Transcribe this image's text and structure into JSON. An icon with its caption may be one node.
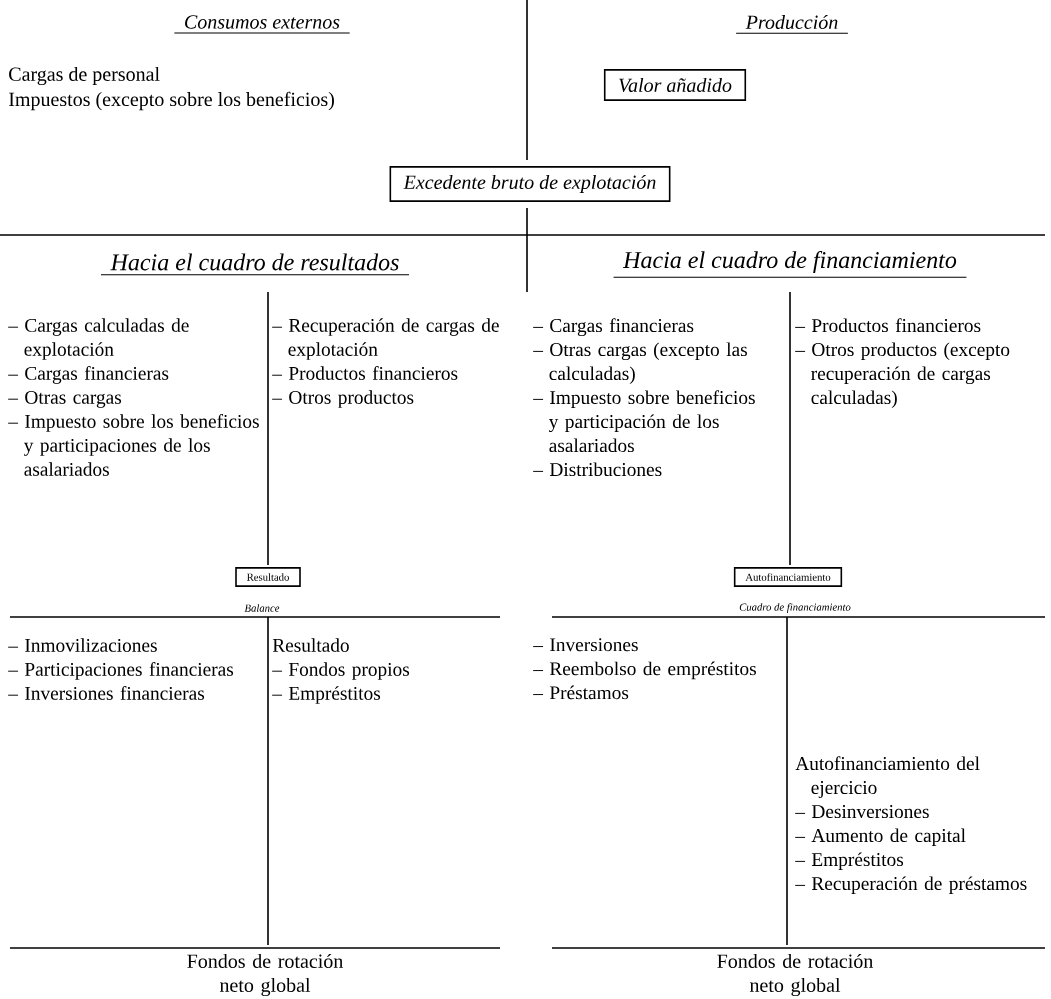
{
  "diagram": {
    "nodes": [
      {
        "text": [
          "Valor añadido"
        ]
      },
      {
        "text": [
          "Excedente bruto de explotación"
        ]
      },
      {
        "text": [
          "Resultado"
        ]
      },
      {
        "text": [
          "Autofinanciamiento"
        ]
      }
    ],
    "labels": [
      "Consumos externos",
      "Producción",
      "Cargas de personal",
      "Impuestos (excepto sobre los beneficios)",
      "Hacia el cuadro de resultados",
      "Hacia el cuadro de financiamiento",
      "– Cargas calculadas de explotación",
      "– Cargas financieras",
      "– Otras cargas",
      "– Impuesto sobre los beneficios y participaciones de los asalariados",
      "– Recuperación de cargas de explotación",
      "– Productos financieros",
      "– Otros productos",
      "– Cargas financieras",
      "– Otras cargas (excepto las calculadas)",
      "– Impuesto sobre beneficios y participación de los asalariados",
      "– Distribuciones",
      "– Productos financieros",
      "– Otros productos (excepto recuperación de cargas calculadas)",
      "Balance",
      "Cuadro de financiamiento",
      "– Inmovilizaciones",
      "– Participaciones financieras",
      "– Inversiones financieras",
      "Resultado",
      "– Fondos propios",
      "– Empréstitos",
      "– Inversiones",
      "– Reembolso de empréstitos",
      "– Préstamos",
      "Autofinanciamiento del ejercicio",
      "– Desinversiones",
      "– Aumento de capital",
      "– Empréstitos",
      "– Recuperación de préstamos",
      "Fondos de rotación neto global",
      "Fondos de rotación neto global"
    ]
  }
}
